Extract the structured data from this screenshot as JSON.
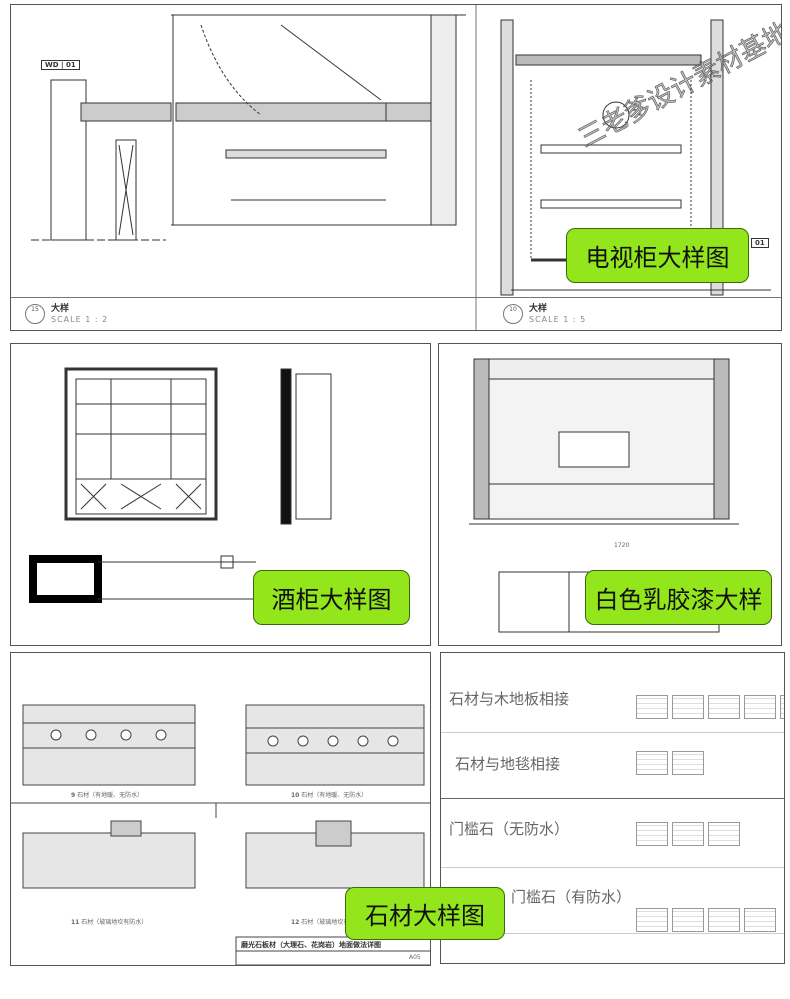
{
  "panels": {
    "top": {
      "label": "电视柜大样图",
      "watermark": "三老爹设计素材基地",
      "left_title": {
        "number": "15",
        "title": "大样",
        "scale": "SCALE 1 : 2"
      },
      "right_title": {
        "number": "10",
        "title": "大样",
        "scale": "SCALE 1 : 5"
      },
      "tag_code": "WD",
      "tag_num": "01",
      "right_tag_num": "01"
    },
    "wine_cabinet": {
      "label": "酒柜大样图"
    },
    "latex_paint": {
      "label": "白色乳胶漆大样",
      "dim": "1720"
    },
    "stone": {
      "label": "石材大样图",
      "details": [
        {
          "number": "9",
          "caption": "石材（有地暖、无防水）"
        },
        {
          "number": "10",
          "caption": "石材（有地暖、无防水）"
        },
        {
          "number": "11",
          "caption": "石材（玻璃地坎有防水）"
        },
        {
          "number": "12",
          "caption": "石材（玻璃地坎有"
        }
      ],
      "title_block": "磨光石板材（大理石、花岗岩）地面做法详图",
      "sheet": "A05"
    },
    "index": {
      "rows": [
        {
          "label": "石材与木地板相接",
          "thumbs": 5
        },
        {
          "label": "石材与地毯相接",
          "thumbs": 2
        },
        {
          "label": "门槛石（无防水）",
          "thumbs": 3
        },
        {
          "label": "门槛石（有防水）",
          "thumbs": 4
        }
      ]
    }
  },
  "colors": {
    "tag_green": "#93e51c",
    "line": "#333333"
  }
}
